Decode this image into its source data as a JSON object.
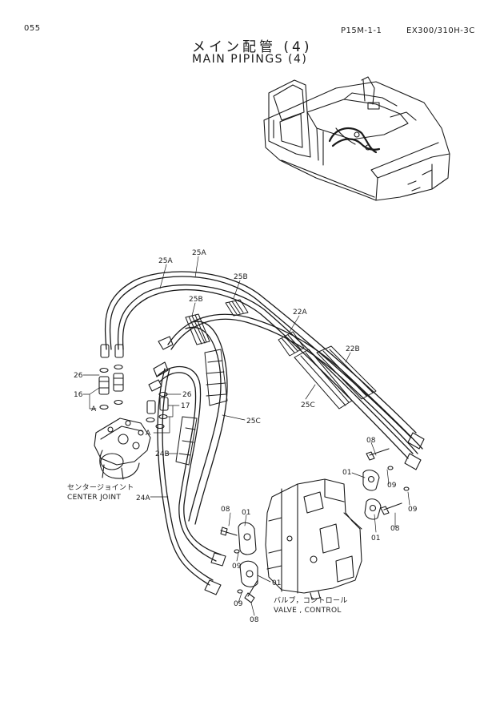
{
  "header": {
    "page_number": "055",
    "part_code": "P15M-1-1",
    "model": "EX300/310H-3C",
    "title_jp": "メイン配管 (4)",
    "title_en": "MAIN PIPINGS (4)"
  },
  "callouts": {
    "c25A_1": "25A",
    "c25A_2": "25A",
    "c25B_1": "25B",
    "c25B_2": "25B",
    "c22A": "22A",
    "c22B": "22B",
    "c25C_1": "25C",
    "c25C_2": "25C",
    "c26_1": "26",
    "c26_2": "26",
    "c16": "16",
    "c17": "17",
    "cA_1": "A",
    "cA_2": "A",
    "c24B": "24B",
    "c24A": "24A",
    "c08_1": "08",
    "c08_2": "08",
    "c08_3": "08",
    "c08_4": "08",
    "c01_1": "01",
    "c01_2": "01",
    "c01_3": "01",
    "c01_4": "01",
    "c09_1": "09",
    "c09_2": "09",
    "c09_3": "09",
    "c09_4": "09"
  },
  "components": {
    "center_joint_jp": "センタージョイント",
    "center_joint_en": "CENTER JOINT",
    "valve_jp": "バルブ，コントロール",
    "valve_en": "VALVE , CONTROL"
  }
}
